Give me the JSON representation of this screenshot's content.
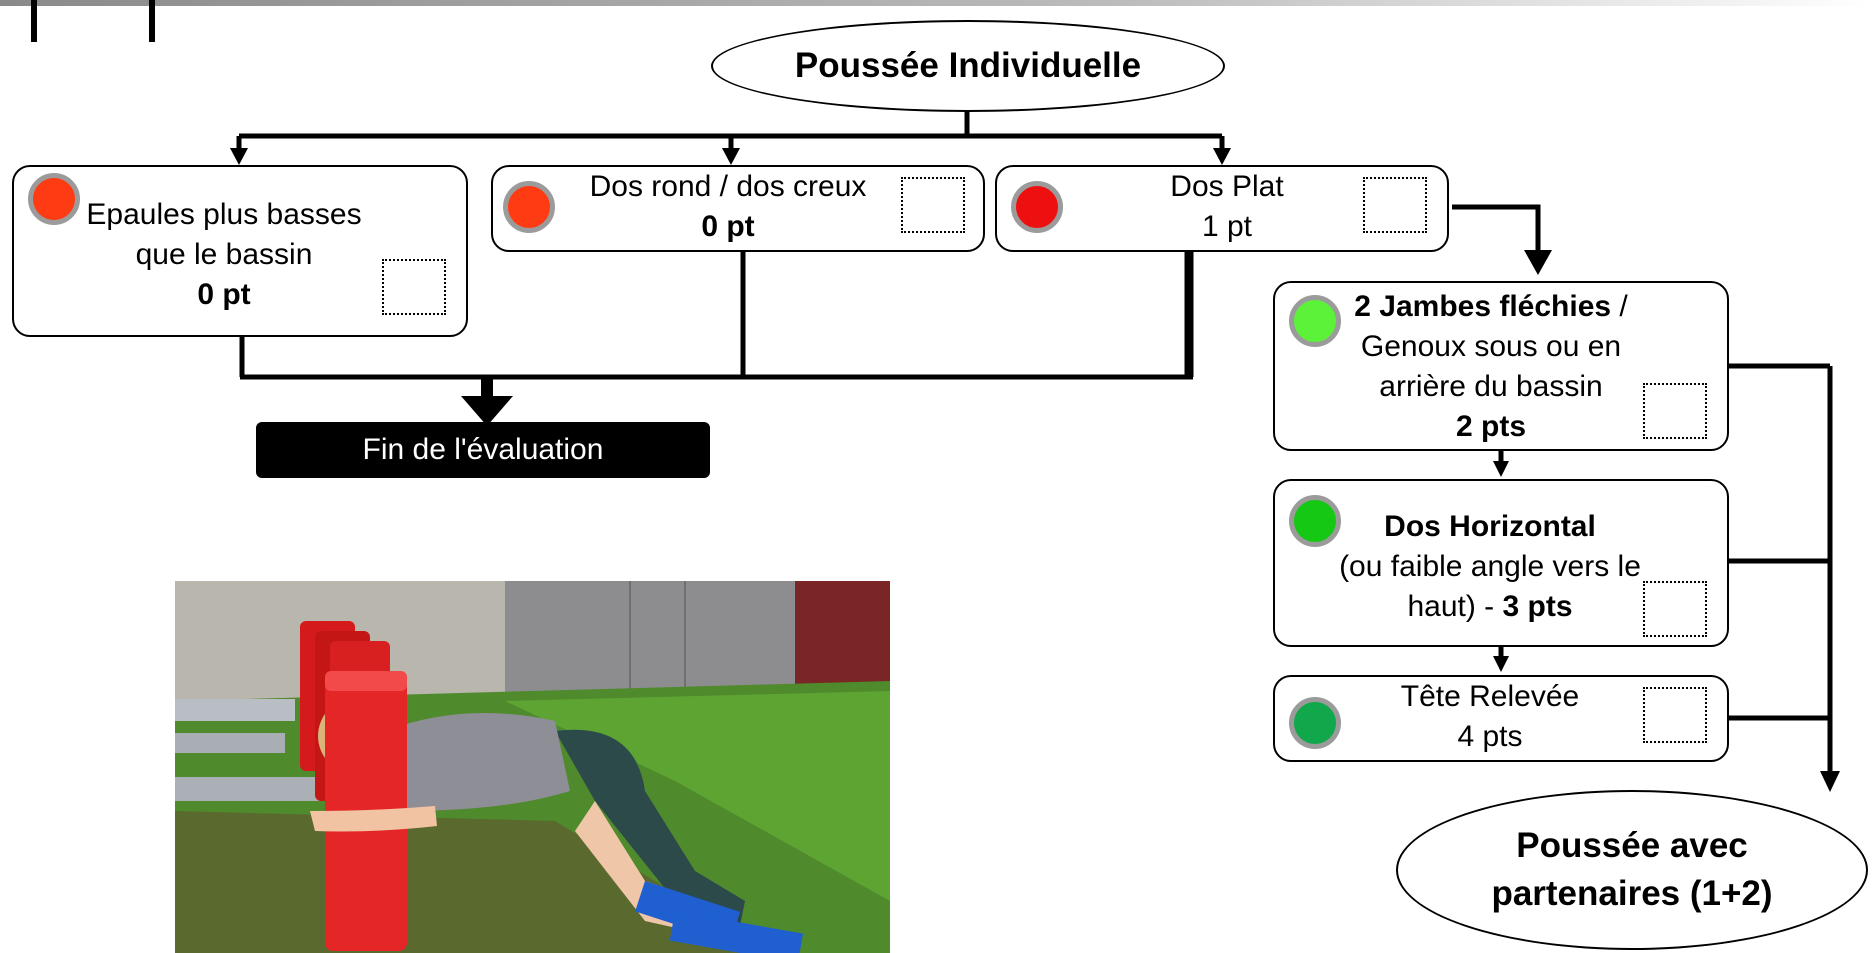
{
  "root": {
    "title": "Poussée Individuelle"
  },
  "nodes": {
    "epaules": {
      "line1": "Epaules plus basses",
      "line2": "que le bassin",
      "points": "0 pt",
      "dot_color": "#ff3b14"
    },
    "dos_rond": {
      "line1": "Dos rond / dos creux",
      "points": "0 pt",
      "dot_color": "#ff3b14"
    },
    "dos_plat": {
      "line1": "Dos Plat",
      "points": "1 pt",
      "dot_color": "#ee1010"
    },
    "jambes": {
      "line1_bold": "2 Jambes fléchies",
      "line1_rest": " /",
      "line2": "Genoux sous ou en",
      "line3": "arrière du bassin",
      "points": "2 pts",
      "dot_color": "#5cf23a"
    },
    "dos_horizontal": {
      "line1": "Dos Horizontal",
      "line2": "(ou faible angle vers le",
      "line3": "haut) - ",
      "points": "3 pts",
      "dot_color": "#14c814"
    },
    "tete": {
      "line1": "Tête Relevée",
      "points": "4 pts",
      "dot_color": "#10a84a"
    }
  },
  "end": {
    "label": "Fin de l'évaluation"
  },
  "next": {
    "line1": "Poussée avec",
    "line2": "partenaires (1+2)"
  }
}
